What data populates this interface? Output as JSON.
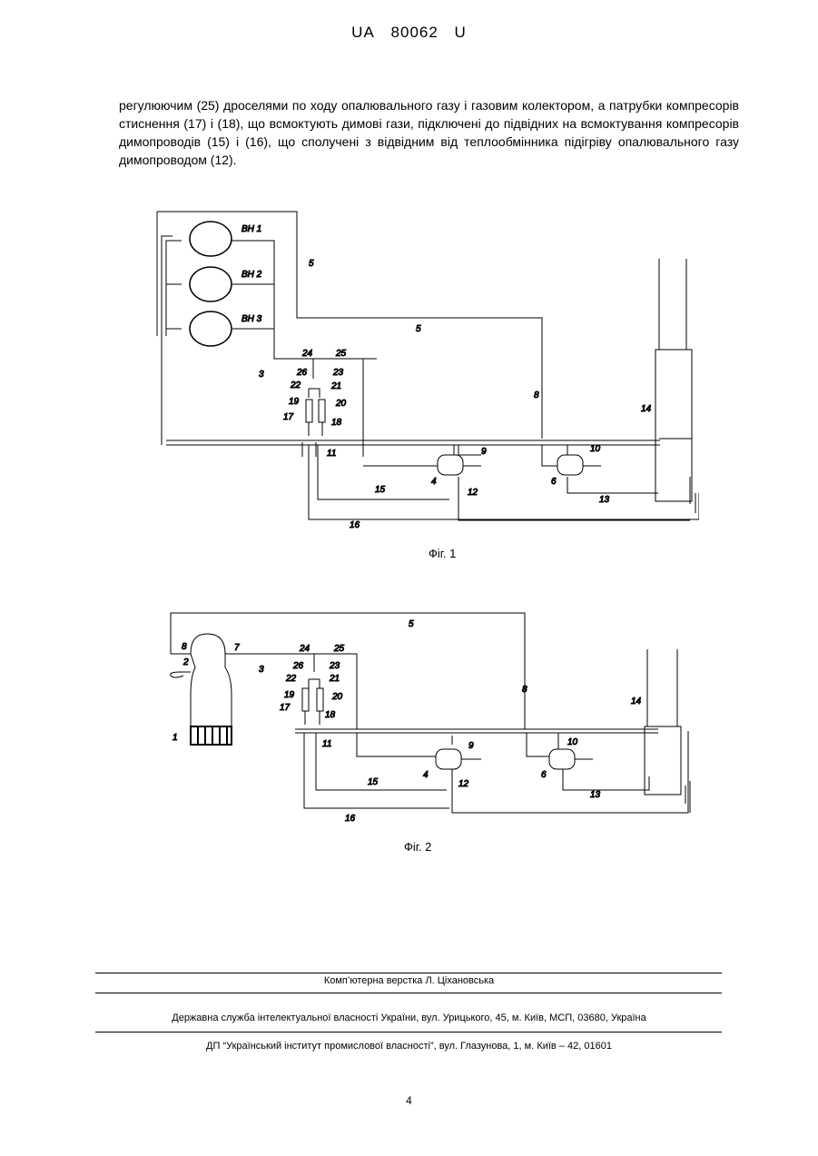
{
  "header": {
    "country": "UA",
    "number": "80062",
    "kind": "U"
  },
  "paragraph": "регулюючим (25) дроселями по ходу опалювального газу і газовим колектором, а патрубки компресорів стиснення (17) і (18), що всмоктують димові гази, підключені до підвідних на всмоктування компресорів димопроводів (15) і (16), що сполучені з відвідним від теплообмінника підігріву опалювального газу димопроводом (12).",
  "figure1": {
    "caption": "Фіг. 1",
    "blower_labels": [
      "ВН 1",
      "ВН 2",
      "ВН 3"
    ],
    "labels": {
      "l5a": "5",
      "l5b": "5",
      "l3": "3",
      "l24": "24",
      "l25": "25",
      "l26": "26",
      "l23": "23",
      "l22": "22",
      "l21": "21",
      "l19": "19",
      "l20": "20",
      "l17": "17",
      "l18": "18",
      "l11": "11",
      "l9": "9",
      "l4": "4",
      "l12": "12",
      "l15": "15",
      "l16": "16",
      "l10": "10",
      "l6": "6",
      "l13": "13",
      "l14": "14",
      "l8": "8"
    }
  },
  "figure2": {
    "caption": "Фіг. 2",
    "labels": {
      "l5": "5",
      "l8": "8",
      "l7": "7",
      "l2": "2",
      "l1": "1",
      "l3": "3",
      "l24": "24",
      "l25": "25",
      "l26": "26",
      "l23": "23",
      "l22": "22",
      "l21": "21",
      "l19": "19",
      "l20": "20",
      "l17": "17",
      "l18": "18",
      "l11": "11",
      "l9": "9",
      "l4": "4",
      "l12": "12",
      "l15": "15",
      "l16": "16",
      "l10": "10",
      "l6": "6",
      "l13": "13",
      "l14": "14",
      "l8b": "8"
    }
  },
  "footer": {
    "typesetting": "Комп’ютерна верстка Л. Ціхановська",
    "service": "Державна служба інтелектуальної власності України, вул. Урицького, 45, м. Київ, МСП, 03680, Україна",
    "institute": "ДП “Український інститут промислової власності”, вул. Глазунова, 1, м. Київ – 42, 01601",
    "page": "4"
  }
}
